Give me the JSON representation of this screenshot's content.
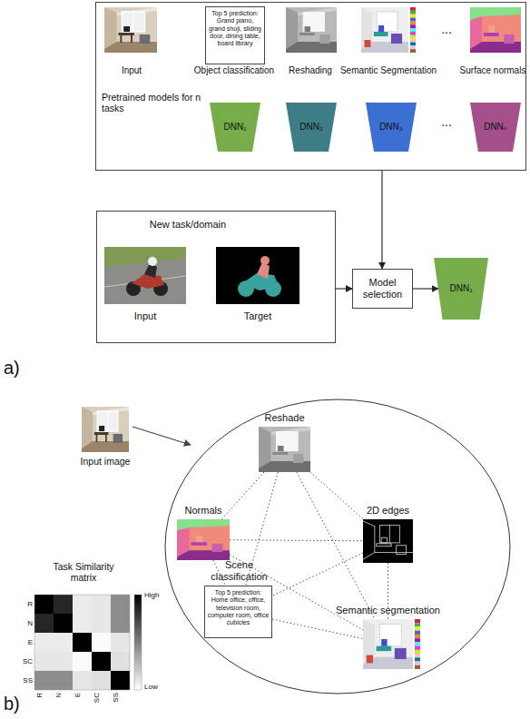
{
  "diagram": {
    "nodes": [
      {
        "text": [
          "Pretrained models for n tasks"
        ]
      },
      {
        "text": [
          "Top 5 prediction: Grand piano, grand shoji, sliding door, dining table, board library"
        ],
        "in": 0
      },
      {
        "text": [
          "DNN₁"
        ],
        "in": 0
      },
      {
        "text": [
          "DNN₂"
        ],
        "in": 0
      },
      {
        "text": [
          "DNN₃"
        ],
        "in": 0
      },
      {
        "text": [
          "DNNₙ"
        ],
        "in": 0
      },
      {
        "text": [
          "New task/domain"
        ]
      },
      {
        "text": [
          "Model selection"
        ]
      },
      {
        "text": [
          "DNN₁"
        ]
      },
      {
        "text": [
          "Reshade"
        ]
      },
      {
        "text": [
          "Normals"
        ]
      },
      {
        "text": [
          "2D edges"
        ]
      },
      {
        "text": [
          "Scene classification",
          "Top 5 prediction: Home office, office, television room, computer room, office cubicles"
        ]
      },
      {
        "text": [
          "Semantic segmentation"
        ]
      }
    ],
    "edges": [
      {
        "from": 0,
        "to": 7,
        "arrow": "to"
      },
      {
        "from": 6,
        "to": 7,
        "arrow": "to"
      },
      {
        "from": 7,
        "to": 8,
        "arrow": "to"
      },
      {
        "from": 9,
        "to": 10,
        "arrow": "none"
      },
      {
        "from": 9,
        "to": 11,
        "arrow": "none"
      },
      {
        "from": 9,
        "to": 12,
        "arrow": "none"
      },
      {
        "from": 9,
        "to": 13,
        "arrow": "none"
      },
      {
        "from": 10,
        "to": 11,
        "arrow": "none"
      },
      {
        "from": 10,
        "to": 12,
        "arrow": "none"
      },
      {
        "from": 10,
        "to": 13,
        "arrow": "none"
      },
      {
        "from": 11,
        "to": 12,
        "arrow": "none"
      },
      {
        "from": 11,
        "to": 13,
        "arrow": "none"
      },
      {
        "from": 12,
        "to": 13,
        "arrow": "none"
      }
    ],
    "labels": [
      "Input",
      "Object classification",
      "Reshading",
      "Semantic Segmentation",
      "...",
      "Surface normals",
      "...",
      "Input",
      "Target",
      "a)",
      "Input image",
      "Task Similarity matrix",
      "High",
      "Low",
      "R",
      "N",
      "E",
      "SC",
      "SS",
      "R",
      "N",
      "E",
      "SC",
      "SS",
      "b)"
    ]
  }
}
